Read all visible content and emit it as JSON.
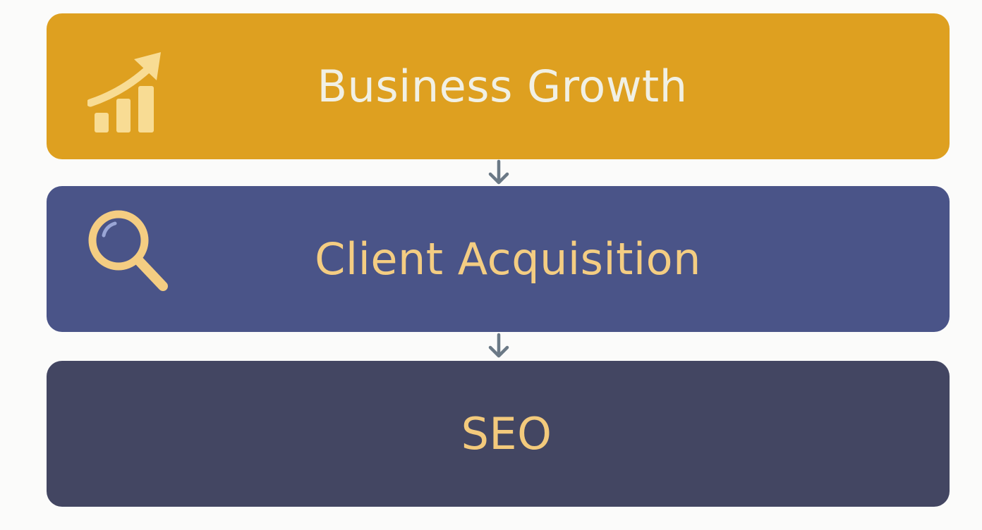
{
  "colors": {
    "background": "#fbfbfa",
    "growth_fill": "#dea020",
    "growth_text": "#f1f0e4",
    "growth_icon": "#f8dc94",
    "acquisition_fill": "#4a5488",
    "acquisition_text": "#f4cd82",
    "seo_fill": "#434662",
    "seo_text": "#f3ca7c",
    "arrow": "#6b7986"
  },
  "diagram": {
    "blocks": [
      {
        "label": "Business Growth",
        "icon": "chart-growth-icon"
      },
      {
        "label": "Client Acquisition",
        "icon": "magnifying-glass-icon"
      },
      {
        "label": "SEO",
        "icon": ""
      }
    ],
    "connectors": [
      "down-arrow",
      "down-arrow"
    ]
  }
}
